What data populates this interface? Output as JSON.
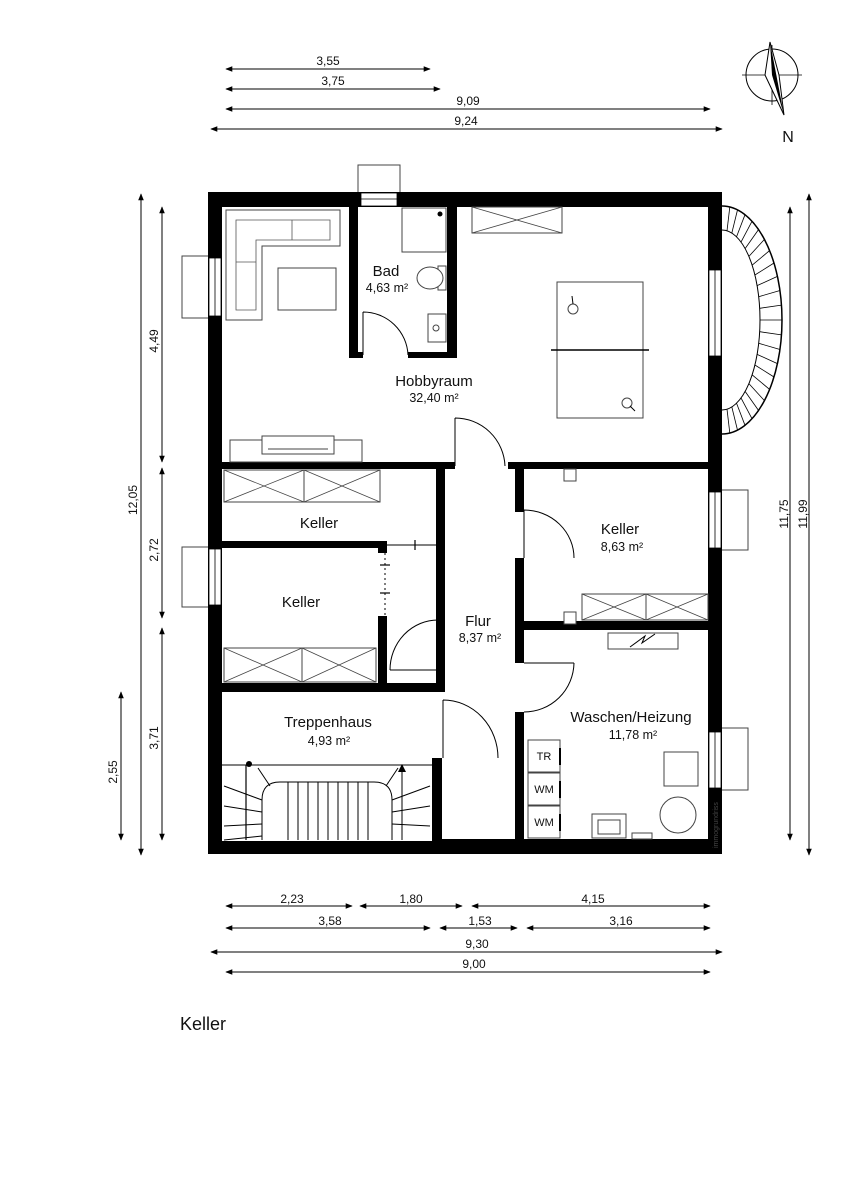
{
  "floor_label": "Keller",
  "north_label": "N",
  "watermark": "immogrundriss",
  "rooms": {
    "hobbyraum": {
      "name": "Hobbyraum",
      "area": "32,40 m²"
    },
    "bad": {
      "name": "Bad",
      "area": "4,63 m²"
    },
    "keller_top_left": {
      "name": "Keller"
    },
    "keller_mid_left": {
      "name": "Keller"
    },
    "keller_right": {
      "name": "Keller",
      "area": "8,63 m²"
    },
    "flur": {
      "name": "Flur",
      "area": "8,37 m²"
    },
    "treppenhaus": {
      "name": "Treppenhaus",
      "area": "4,93 m²"
    },
    "waschen": {
      "name": "Waschen/Heizung",
      "area": "11,78 m²"
    }
  },
  "appliances": {
    "tr": "TR",
    "wm1": "WM",
    "wm2": "WM"
  },
  "dimensions": {
    "top": [
      "3,55",
      "3,75",
      "9,09",
      "9,24"
    ],
    "left": [
      "12,05",
      "4,49",
      "2,72",
      "3,71",
      "2,55"
    ],
    "right": [
      "11,75",
      "11,99"
    ],
    "bottom": [
      "2,23",
      "1,80",
      "4,15",
      "3,58",
      "1,53",
      "3,16",
      "9,30",
      "9,00"
    ]
  }
}
